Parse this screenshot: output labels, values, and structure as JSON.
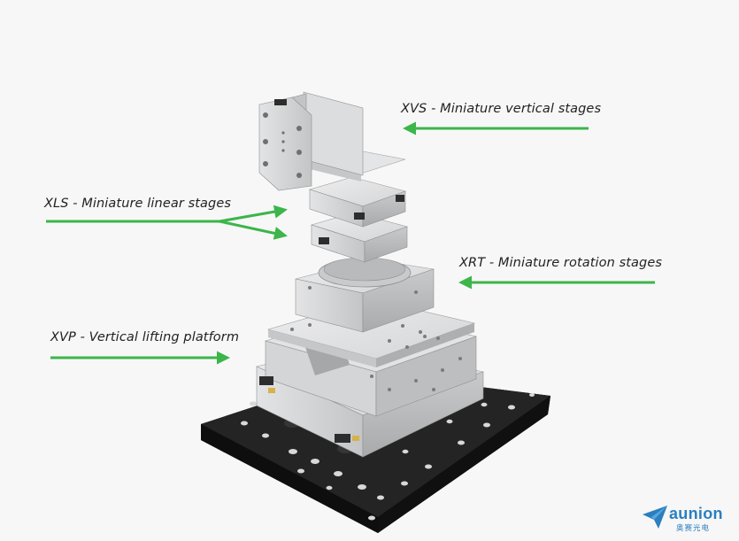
{
  "labels": {
    "xvs": "XVS - Miniature vertical stages",
    "xls": "XLS - Miniature linear stages",
    "xrt": "XRT  - Miniature rotation stages",
    "xvp": "XVP - Vertical lifting platform"
  },
  "logo": {
    "name": "aunion",
    "chinese": "奥赛光电"
  },
  "colors": {
    "arrow": "#3cb54a",
    "base_plate": "#1c1c1c",
    "metal": "#d9dadb",
    "logo": "#2a7fc0"
  }
}
